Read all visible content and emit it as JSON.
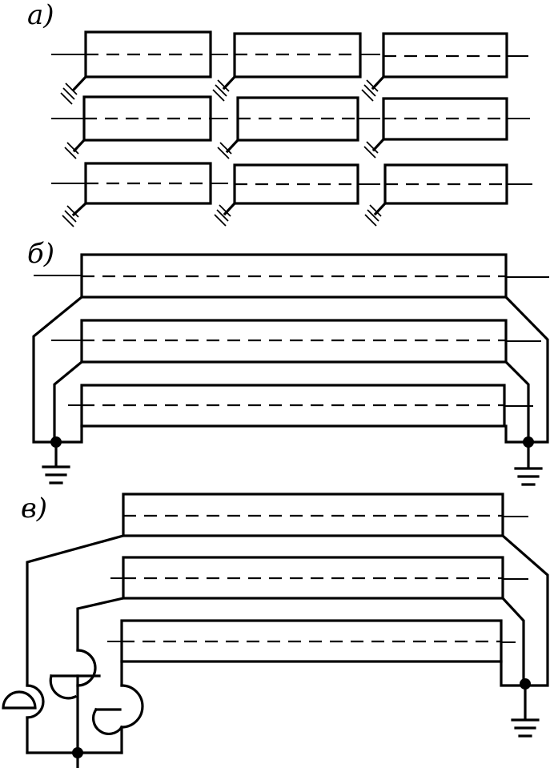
{
  "labels": {
    "a": "а)",
    "b": "б)",
    "v": "в)"
  },
  "colors": {
    "stroke": "#000000",
    "background": "#ffffff"
  },
  "icons": [
    "ground-symbol",
    "junction-node",
    "hatched-ground-symbol"
  ]
}
